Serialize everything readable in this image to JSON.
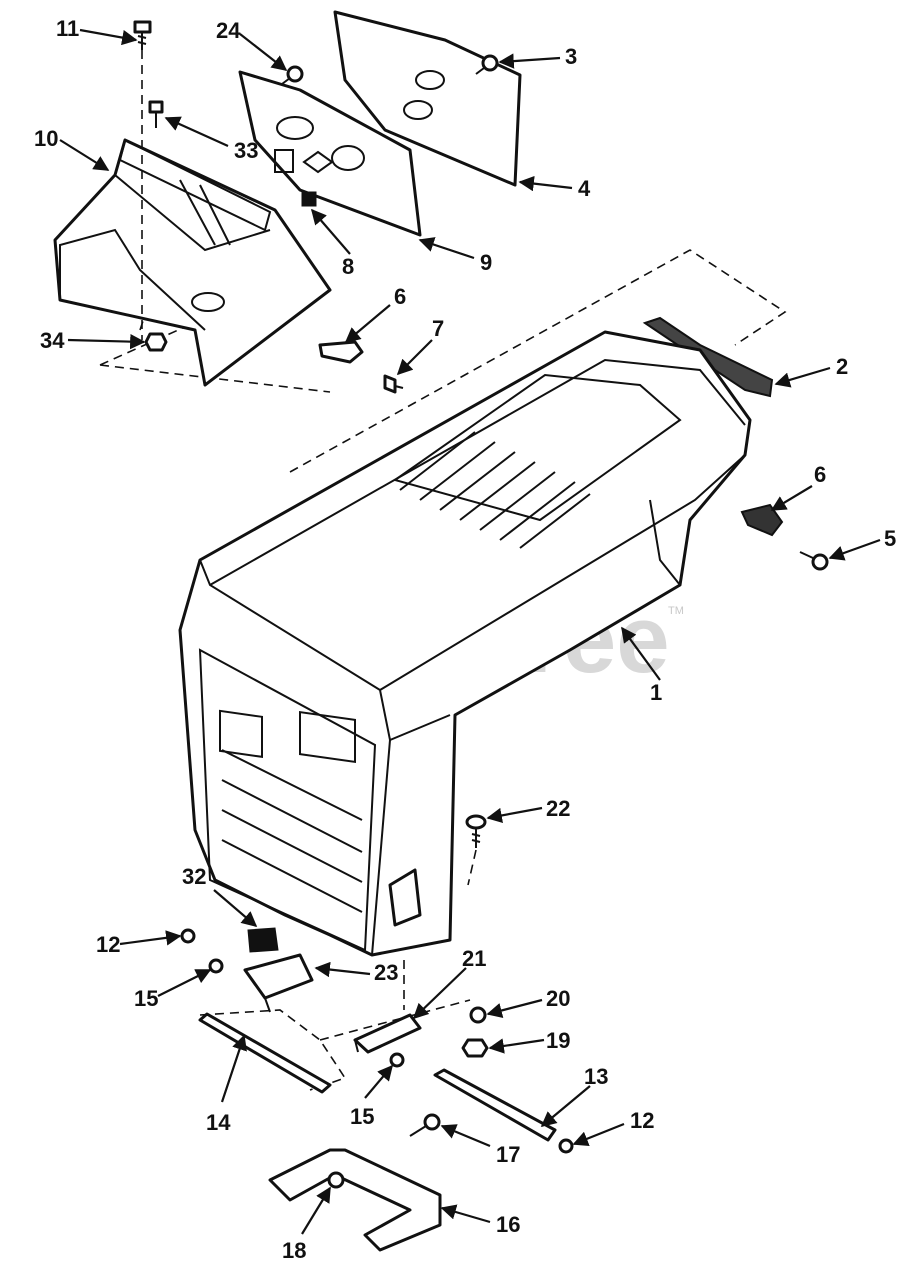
{
  "watermark": {
    "text": "PartsTree",
    "trademark": "TM"
  },
  "callouts": {
    "c1": "1",
    "c2": "2",
    "c3": "3",
    "c4": "4",
    "c5": "5",
    "c6a": "6",
    "c6b": "6",
    "c7": "7",
    "c8": "8",
    "c9": "9",
    "c10": "10",
    "c11": "11",
    "c12a": "12",
    "c12b": "12",
    "c13": "13",
    "c14": "14",
    "c15a": "15",
    "c15b": "15",
    "c16": "16",
    "c17": "17",
    "c18": "18",
    "c19": "19",
    "c20": "20",
    "c21": "21",
    "c22": "22",
    "c23": "23",
    "c24": "24",
    "c32": "32",
    "c33": "33",
    "c34": "34"
  }
}
